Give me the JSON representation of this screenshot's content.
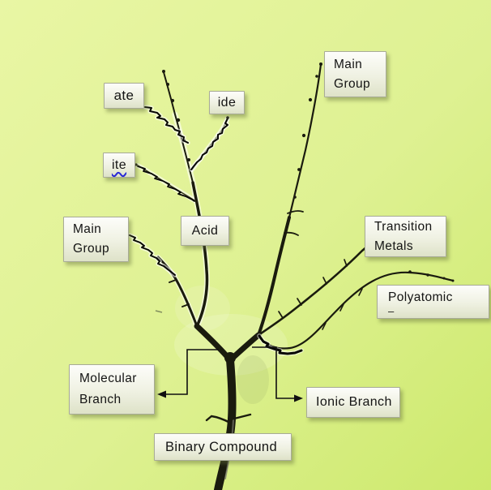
{
  "canvas": {
    "background_top_left": "#e9f6a4",
    "background_center": "#def192",
    "background_bottom_right": "#cde96c"
  },
  "style": {
    "note_fill_top": "#fdfdfa",
    "note_fill_bottom": "#dee2c8",
    "note_border": "#a8ab97",
    "note_shadow": "rgba(100,110,60,0.45)",
    "branch_color": "#1a1b0e",
    "scribble_color": "#070704",
    "arrow_color": "#101010",
    "squiggle_color": "#2929d6",
    "text_color": "#141414"
  },
  "labels": {
    "ate": {
      "lines": [
        "ate"
      ]
    },
    "ide": {
      "lines": [
        "ide"
      ]
    },
    "ite": {
      "lines": [
        "ite"
      ]
    },
    "main_group_top": {
      "lines": [
        "Main",
        "Group"
      ]
    },
    "acid": {
      "lines": [
        "Acid"
      ]
    },
    "main_group_left": {
      "lines": [
        "Main",
        "Group"
      ]
    },
    "transition_metals": {
      "lines": [
        "Transition",
        "Metals"
      ]
    },
    "polyatomic": {
      "lines": [
        "Polyatomic",
        "–"
      ]
    },
    "molecular_branch": {
      "lines": [
        "Molecular",
        "Branch"
      ]
    },
    "ionic_branch": {
      "lines": [
        "Ionic Branch"
      ]
    },
    "binary_compound": {
      "lines": [
        "Binary Compound"
      ]
    }
  }
}
